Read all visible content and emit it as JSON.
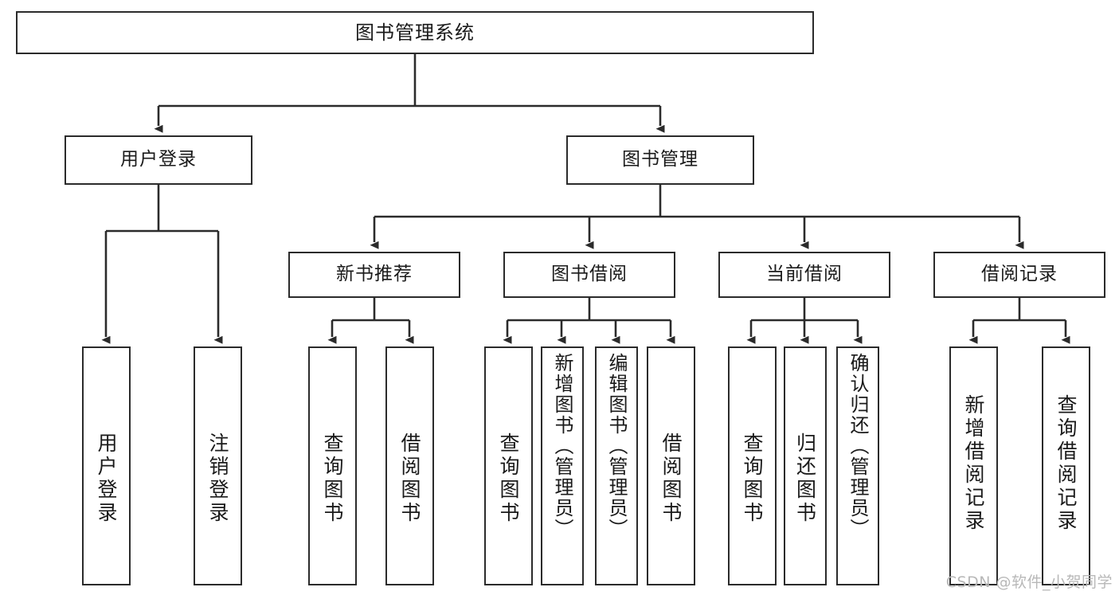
{
  "diagram": {
    "title": "图书管理系统",
    "type": "tree-hierarchy",
    "watermark": "CSDN @软件_小贺同学",
    "root": {
      "id": "root",
      "label": "图书管理系统"
    },
    "level2": [
      {
        "id": "user-login",
        "label": "用户登录"
      },
      {
        "id": "book-manage",
        "label": "图书管理"
      }
    ],
    "level3": [
      {
        "id": "new-book-rec",
        "label": "新书推荐"
      },
      {
        "id": "book-borrow",
        "label": "图书借阅"
      },
      {
        "id": "current-borrow",
        "label": "当前借阅"
      },
      {
        "id": "borrow-record",
        "label": "借阅记录"
      }
    ],
    "leaves": [
      {
        "id": "leaf-user-login",
        "label": "用户登录"
      },
      {
        "id": "leaf-logout",
        "label": "注销登录"
      },
      {
        "id": "leaf-query-book-1",
        "label": "查询图书"
      },
      {
        "id": "leaf-borrow-book-1",
        "label": "借阅图书"
      },
      {
        "id": "leaf-query-book-2",
        "label": "查询图书"
      },
      {
        "id": "leaf-add-book",
        "label": "新增图书（管理员）"
      },
      {
        "id": "leaf-edit-book",
        "label": "编辑图书（管理员）"
      },
      {
        "id": "leaf-borrow-book-2",
        "label": "借阅图书"
      },
      {
        "id": "leaf-query-book-3",
        "label": "查询图书"
      },
      {
        "id": "leaf-return-book",
        "label": "归还图书"
      },
      {
        "id": "leaf-confirm-return",
        "label": "确认归还（管理员）"
      },
      {
        "id": "leaf-add-record",
        "label": "新增借阅记录"
      },
      {
        "id": "leaf-query-record",
        "label": "查询借阅记录"
      }
    ],
    "colors": {
      "stroke": "#2b2b2b",
      "fill": "#ffffff",
      "text": "#1a1a1a",
      "watermark": "#b8b8b8"
    }
  }
}
